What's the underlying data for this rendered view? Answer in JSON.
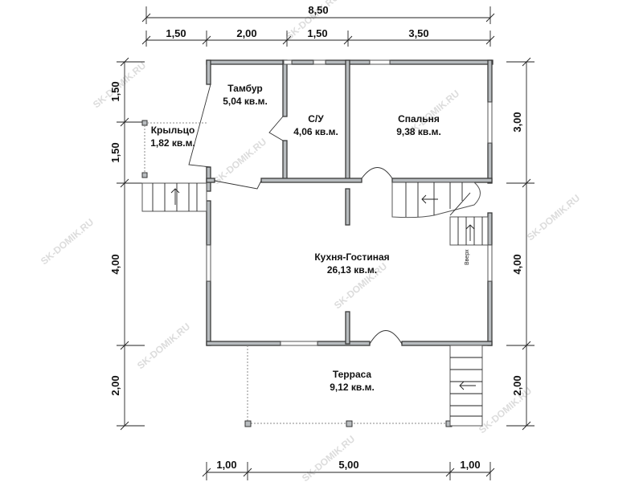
{
  "watermark": "SK-DOMIK.RU",
  "dimensions": {
    "top_total": "8,50",
    "top_segments": [
      "1,50",
      "2,00",
      "1,50",
      "3,50"
    ],
    "left_segments": [
      "1,50",
      "1,50",
      "4,00",
      "2,00"
    ],
    "right_segments": [
      "3,00",
      "4,00",
      "2,00"
    ],
    "bottom_segments": [
      "1,00",
      "5,00",
      "1,00"
    ]
  },
  "rooms": {
    "tambur": {
      "name": "Тамбур",
      "area": "5,04 кв.м."
    },
    "su": {
      "name": "С/У",
      "area": "4,06 кв.м."
    },
    "bedroom": {
      "name": "Спальня",
      "area": "9,38 кв.м."
    },
    "porch": {
      "name": "Крыльцо",
      "area": "1,82 кв.м."
    },
    "kitchen": {
      "name": "Кухня-Гостиная",
      "area": "26,13 кв.м."
    },
    "terrace": {
      "name": "Терраса",
      "area": "9,12 кв.м."
    }
  },
  "stairs_label": "Вверх"
}
